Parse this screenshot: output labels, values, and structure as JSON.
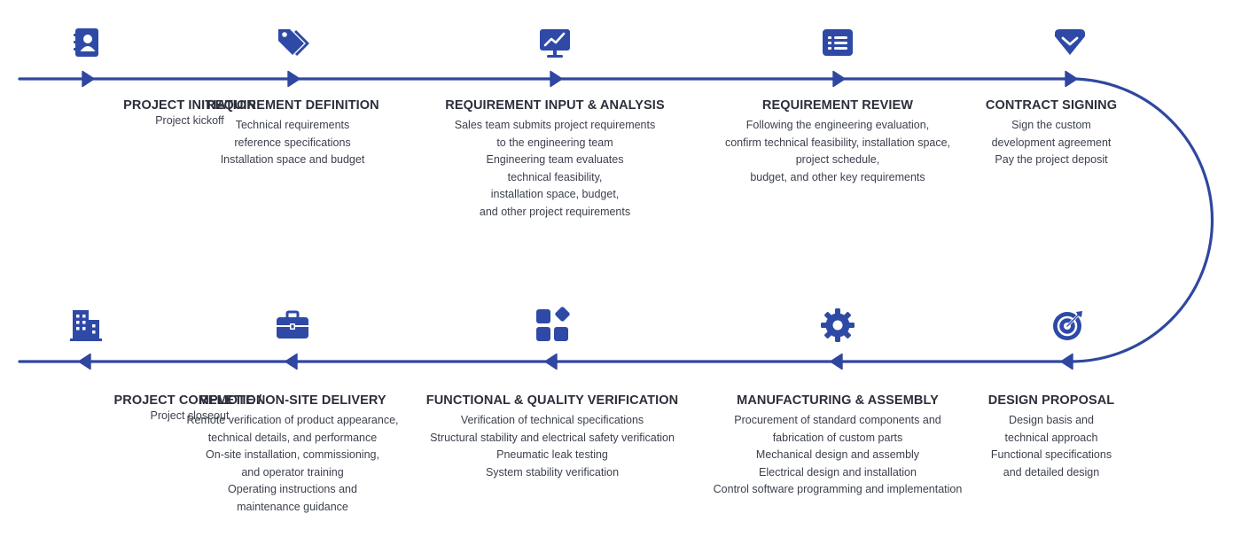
{
  "colors": {
    "line": "#2f47a0",
    "icon": "#2e4aa6",
    "title": "#2b2f3a",
    "text": "#3c414d"
  },
  "steps": [
    {
      "id": "project-initiation",
      "icon": "contact-card-icon",
      "title": "PROJECT INITIATION",
      "lines": [
        "Project kickoff"
      ]
    },
    {
      "id": "requirement-definition",
      "icon": "tags-icon",
      "title": "REQUIREMENT DEFINITION",
      "lines": [
        "Technical requirements",
        "reference specifications",
        "Installation space and budget"
      ]
    },
    {
      "id": "requirement-input-analysis",
      "icon": "monitor-chart-icon",
      "title": "REQUIREMENT INPUT & ANALYSIS",
      "lines": [
        "Sales team submits project requirements",
        "to the engineering team",
        "Engineering team evaluates",
        "technical feasibility,",
        "installation space, budget,",
        "and other project requirements"
      ]
    },
    {
      "id": "requirement-review",
      "icon": "list-document-icon",
      "title": "REQUIREMENT REVIEW",
      "lines": [
        "Following the engineering evaluation,",
        "confirm technical feasibility, installation space,",
        "project schedule,",
        "budget, and other key requirements"
      ]
    },
    {
      "id": "contract-signing",
      "icon": "diamond-shield-icon",
      "title": "CONTRACT SIGNING",
      "lines": [
        "Sign the custom",
        "development agreement",
        "Pay the project deposit"
      ]
    },
    {
      "id": "design-proposal",
      "icon": "target-icon",
      "title": "DESIGN PROPOSAL",
      "lines": [
        "Design basis and",
        "technical approach",
        "Functional specifications",
        "and detailed design"
      ]
    },
    {
      "id": "manufacturing-assembly",
      "icon": "gear-icon",
      "title": "MANUFACTURING & ASSEMBLY",
      "lines": [
        "Procurement of standard components and",
        "fabrication of custom parts",
        "Mechanical design and assembly",
        "Electrical design and installation",
        "Control software programming and implementation"
      ]
    },
    {
      "id": "functional-quality-verification",
      "icon": "app-blocks-icon",
      "title": "FUNCTIONAL & QUALITY VERIFICATION",
      "lines": [
        "Verification of technical specifications",
        "Structural stability and electrical safety verification",
        "Pneumatic leak testing",
        "System stability verification"
      ]
    },
    {
      "id": "remote-onsite-delivery",
      "icon": "briefcase-icon",
      "title": "REMOTE / ON-SITE DELIVERY",
      "lines": [
        "Remote verification of product appearance,",
        "technical details, and performance",
        "On-site installation, commissioning,",
        "and operator training",
        "Operating instructions and",
        "maintenance guidance"
      ]
    },
    {
      "id": "project-completion",
      "icon": "building-icon",
      "title": "PROJECT COMPLETION",
      "lines": [
        "Project closeout"
      ]
    }
  ]
}
